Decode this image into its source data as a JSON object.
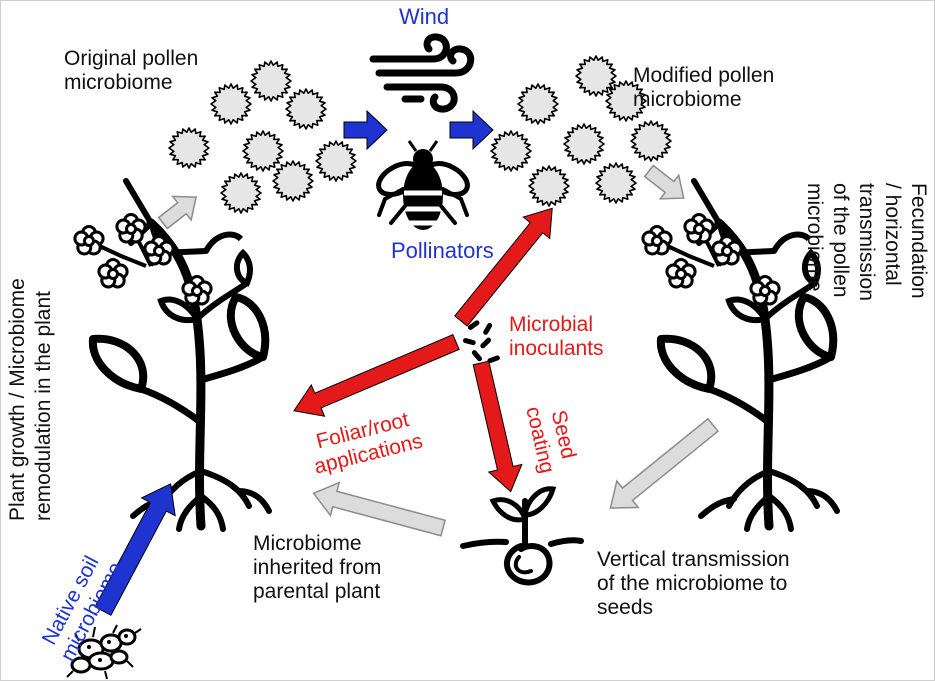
{
  "colors": {
    "blue": "#1f33d1",
    "red": "#e41a1a",
    "grey_fill": "#dcdcdc",
    "grey_stroke": "#8c8c8c",
    "pollen_fill": "#e6e6e6",
    "ink": "#000000"
  },
  "labels": {
    "wind": "Wind",
    "pollinators": "Pollinators",
    "original_pollen": "Original pollen\nmicrobiome",
    "modified_pollen": "Modified pollen\nmicrobiome",
    "microbial_inoculants": "Microbial\ninoculants",
    "foliar_root": "Foliar/root\napplications",
    "seed_coating": "Seed\ncoating",
    "inherited": "Microbiome\ninherited from\nparental plant",
    "vertical": "Vertical transmission\nof the microbiome to\nseeds",
    "native_soil": "Native soil\nmicrobiome",
    "plant_growth": "Plant growth / Microbiome\nremodulation in the plant",
    "fecundation": "Fecundation / horizontal\ntransmission of the pollen\nmicrobiome"
  },
  "icons": [
    "wind-icon",
    "bee-icon",
    "pollen-grain-icon",
    "flowering-plant-icon",
    "seedling-icon",
    "microbe-icon",
    "soil-microbes-icon"
  ]
}
